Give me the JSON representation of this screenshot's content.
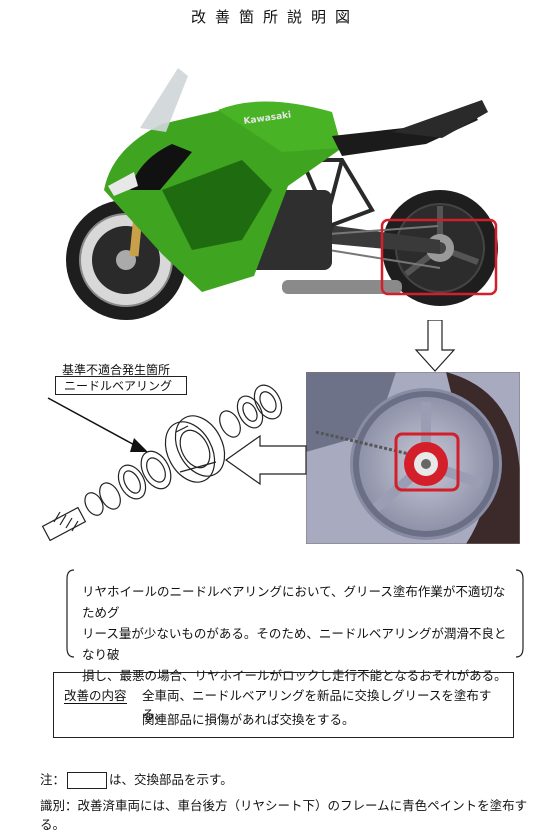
{
  "title": "改善箇所説明図",
  "defect": {
    "heading": "基準不適合発生箇所",
    "part": "ニードルベアリング"
  },
  "description": {
    "lines": [
      "リヤホイールのニードルベアリングにおいて、グリース塗布作業が不適切なためグ",
      "リース量が少ないものがある。そのため、ニードルベアリングが潤滑不良となり破",
      "損し、最悪の場合、リヤホイールがロックし走行不能となるおそれがある。"
    ]
  },
  "improvement": {
    "label": "改善の内容",
    "line1": "全車両、ニードルベアリングを新品に交換しグリースを塗布する。",
    "line2": "関連部品に損傷があれば交換をする。"
  },
  "note": {
    "prefix": "注：",
    "suffix": "は、交換部品を示す。"
  },
  "identification": "識別：改善済車両には、車台後方（リヤシート下）のフレームに青色ペイントを塗布する。",
  "brand_text": "Kawasaki",
  "colors": {
    "body_green": "#3fa420",
    "dark_green": "#1f6b10",
    "highlight_red": "#d21f2a",
    "tire": "#1e1e1e",
    "inset_bg": "#7a7e98"
  }
}
